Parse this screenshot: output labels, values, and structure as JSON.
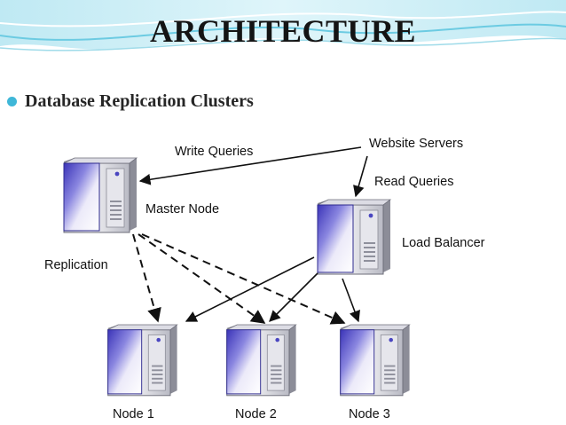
{
  "slide": {
    "title": "ARCHITECTURE",
    "bullet": "Database Replication Clusters"
  },
  "diagram": {
    "labels": {
      "write_queries": "Write Queries",
      "website_servers": "Website Servers",
      "read_queries": "Read Queries",
      "master_node": "Master Node",
      "load_balancer": "Load Balancer",
      "replication": "Replication",
      "node1": "Node 1",
      "node2": "Node 2",
      "node3": "Node 3"
    },
    "icons": {
      "server": "server-tower-icon",
      "bullet": "circle-bullet-icon"
    },
    "colors": {
      "accent": "#3fb7d8",
      "server_panel": "#5a55c8",
      "server_body": "#e9eaee"
    }
  }
}
